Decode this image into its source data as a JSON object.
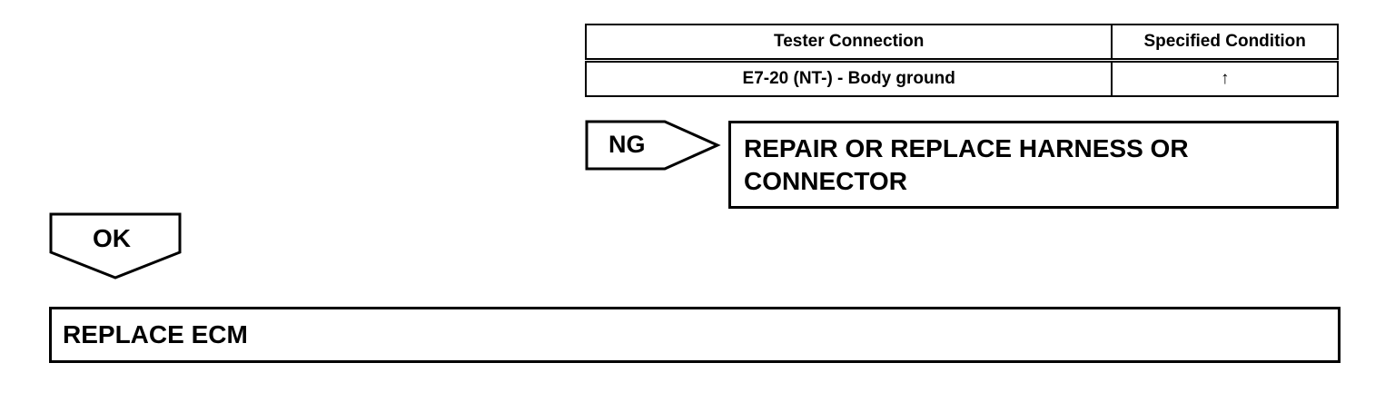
{
  "table": {
    "headers": [
      "Tester Connection",
      "Specified Condition"
    ],
    "rows": [
      [
        "E7-20 (NT-) - Body ground",
        "↑"
      ]
    ]
  },
  "ng_branch": {
    "label": "NG",
    "action": "REPAIR OR REPLACE HARNESS OR CONNECTOR"
  },
  "ok_branch": {
    "label": "OK",
    "action": "REPLACE ECM"
  }
}
